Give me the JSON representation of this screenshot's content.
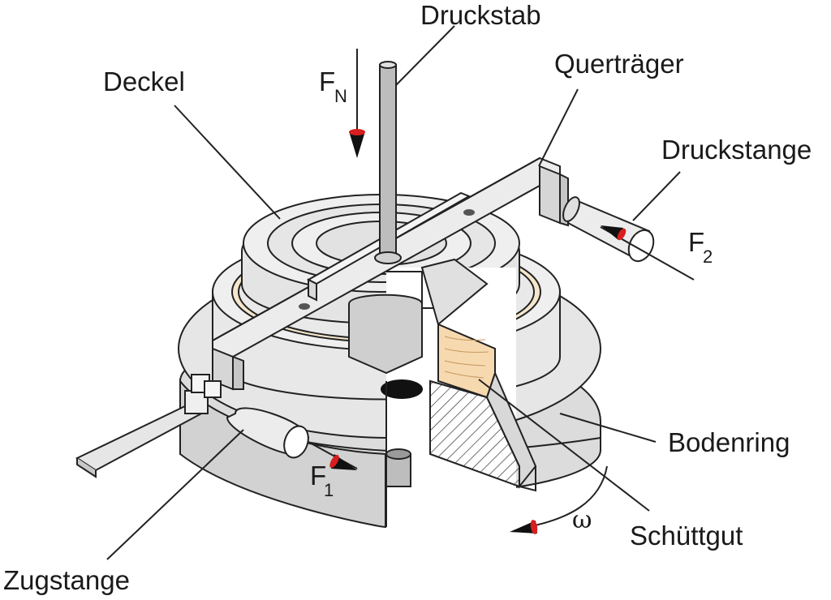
{
  "labels": {
    "druckstab": "Druckstab",
    "deckel": "Deckel",
    "quertraeger": "Querträger",
    "druckstange": "Druckstange",
    "bodenring": "Bodenring",
    "schuettgut": "Schüttgut",
    "zugstange": "Zugstange"
  },
  "forces": {
    "fn_main": "F",
    "fn_sub": "N",
    "f1_main": "F",
    "f1_sub": "1",
    "f2_main": "F",
    "f2_sub": "2",
    "omega": "ω"
  },
  "colors": {
    "metal": "#e6e6e6",
    "metal_dark": "#c9c9c9",
    "bulk": "#f7d9b0",
    "arrow_red": "#d81e1e",
    "line": "#222222"
  }
}
